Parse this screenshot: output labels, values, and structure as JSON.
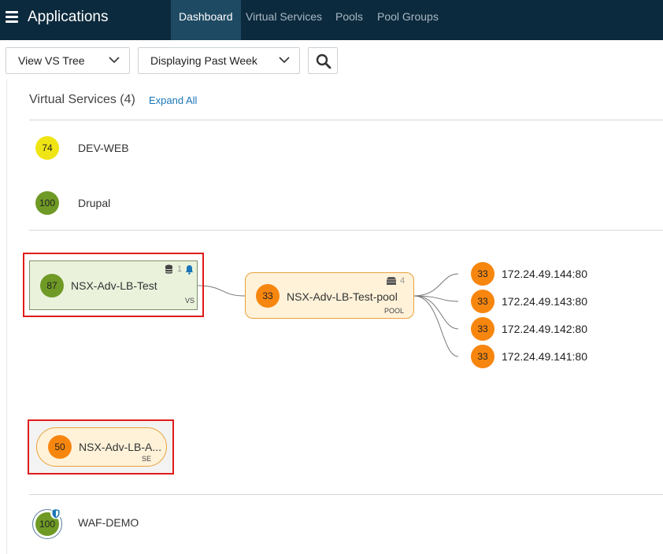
{
  "app": {
    "title": "Applications"
  },
  "tabs": [
    {
      "label": "Dashboard",
      "active": true
    },
    {
      "label": "Virtual Services",
      "active": false
    },
    {
      "label": "Pools",
      "active": false
    },
    {
      "label": "Pool Groups",
      "active": false
    }
  ],
  "toolbar": {
    "view_select": "View VS Tree",
    "time_select": "Displaying Past Week"
  },
  "vs_list": {
    "header": "Virtual Services (4)",
    "expand_all": "Expand All",
    "items": [
      {
        "score": "74",
        "name": "DEV-WEB",
        "color": "#f0e514"
      },
      {
        "score": "100",
        "name": "Drupal",
        "color": "#6f9a25"
      },
      {
        "score": "100",
        "name": "WAF-DEMO",
        "color": "#6f9a25"
      }
    ]
  },
  "tree": {
    "vs": {
      "score": "87",
      "name": "NSX-Adv-LB-Test",
      "type": "VS",
      "se_count": "1"
    },
    "pool": {
      "score": "33",
      "name": "NSX-Adv-LB-Test-pool",
      "type": "POOL",
      "server_count": "4"
    },
    "servers": [
      {
        "score": "33",
        "ip": "172.24.49.144:80"
      },
      {
        "score": "33",
        "ip": "172.24.49.143:80"
      },
      {
        "score": "33",
        "ip": "172.24.49.142:80"
      },
      {
        "score": "33",
        "ip": "172.24.49.141:80"
      }
    ],
    "se": {
      "score": "50",
      "name": "NSX-Adv-LB-A...",
      "type": "SE"
    }
  },
  "colors": {
    "topbar": "#0c2a3d",
    "active_tab": "#1f4a63",
    "link": "#1a76b7",
    "health_green": "#6f9a25",
    "health_yellow": "#f0e514",
    "health_orange": "#f7860f",
    "highlight": "#e01b1b"
  },
  "icons": {
    "menu": "hamburger-icon",
    "chevron": "chevron-down-icon",
    "search": "search-icon",
    "database": "database-icon",
    "bell": "bell-icon",
    "servers": "server-stack-icon",
    "shield": "shield-icon"
  }
}
